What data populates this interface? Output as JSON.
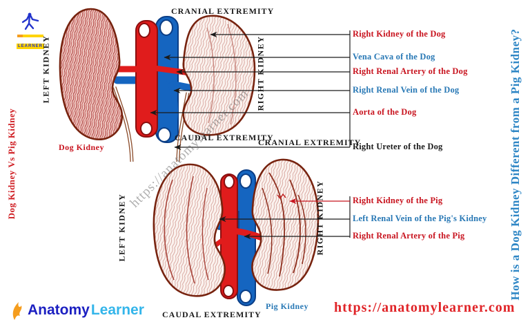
{
  "palette": {
    "label_red": "#c8141f",
    "label_blue": "#2878b5",
    "label_black": "#1b1b1b",
    "artery_red": "#e01c1c",
    "vein_blue": "#1565c0",
    "kidney_outline": "#77230f",
    "kidney_fill_dense": "#efc9c2",
    "kidney_fill_light": "#fbf3ef",
    "url_red": "#e02428",
    "logo_navy": "#1b1fc1",
    "logo_cyan": "#33b5ea",
    "logo_orange": "#f59d1e",
    "watermark_gray": "#6e6e6e"
  },
  "branding": {
    "corner_logo_text": "LEARNER",
    "footer_logo": {
      "part1": "Anatomy",
      "part2": "Learner"
    },
    "website_url": "https://anatomylearner.com",
    "watermark": "https://anatomylearner.com"
  },
  "side_titles": {
    "left": "Dog Kidney Vs Pig Kidney",
    "right": "How is a Dog Kidney Different from a Pig Kidney?"
  },
  "dog": {
    "caption": "Dog Kidney",
    "cranial": "CRANIAL EXTREMITY",
    "caudal": "CAUDAL EXTREMITY",
    "left_kidney": "LEFT KIDNEY",
    "right_kidney": "RIGHT KIDNEY"
  },
  "pig": {
    "caption": "Pig Kidney",
    "cranial": "CRANIAL EXTREMITY",
    "caudal": "CAUDAL EXTREMITY",
    "left_kidney": "LEFT KIDNEY",
    "right_kidney": "RIGHT KIDNEY"
  },
  "callouts": {
    "dog": [
      {
        "text": "Right Kidney of the Dog",
        "color": "#c8141f"
      },
      {
        "text": "Vena Cava of the Dog",
        "color": "#2878b5"
      },
      {
        "text": "Right Renal Artery of the Dog",
        "color": "#c8141f"
      },
      {
        "text": "Right Renal Vein of the Dog",
        "color": "#2878b5"
      },
      {
        "text": "Aorta of the Dog",
        "color": "#c8141f"
      },
      {
        "text": "Right Ureter of the Dog",
        "color": "#1b1b1b"
      }
    ],
    "pig": [
      {
        "text": "Right Kidney of the Pig",
        "color": "#c8141f"
      },
      {
        "text": "Left Renal Vein of the Pig's Kidney",
        "color": "#2878b5"
      },
      {
        "text": "Right Renal Artery of the Pig",
        "color": "#c8141f"
      }
    ]
  }
}
